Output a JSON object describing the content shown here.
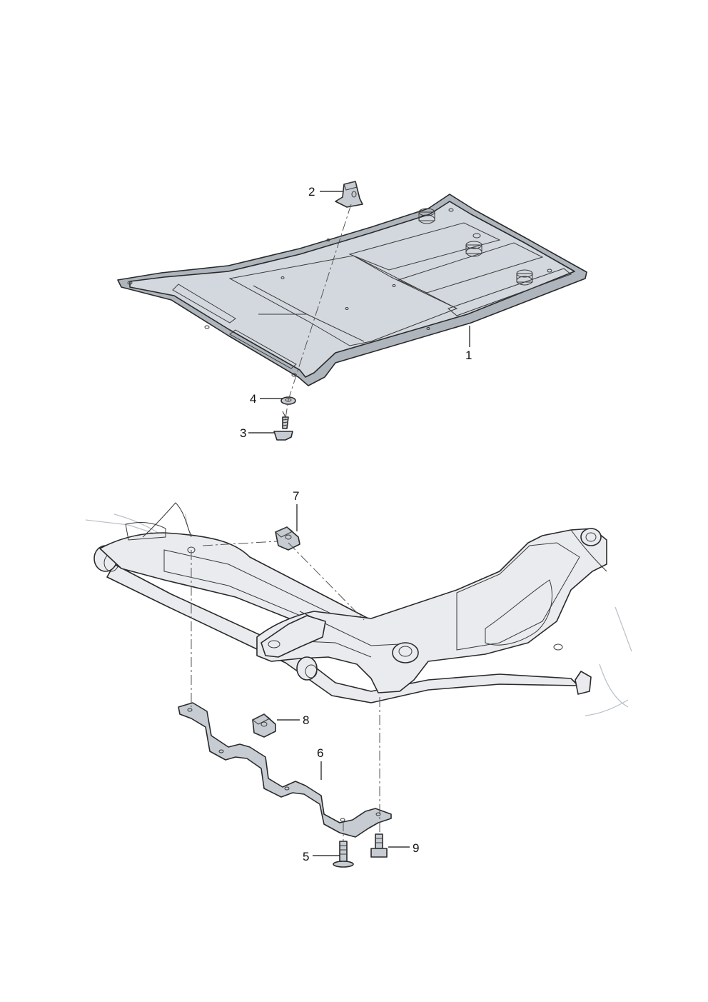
{
  "diagram": {
    "callouts": [
      {
        "id": "c1",
        "label": "1"
      },
      {
        "id": "c2",
        "label": "2"
      },
      {
        "id": "c3",
        "label": "3"
      },
      {
        "id": "c4",
        "label": "4"
      },
      {
        "id": "c5",
        "label": "5"
      },
      {
        "id": "c6",
        "label": "6"
      },
      {
        "id": "c7",
        "label": "7"
      },
      {
        "id": "c8",
        "label": "8"
      },
      {
        "id": "c9",
        "label": "9"
      }
    ]
  },
  "colors": {
    "shield_face": "#d3d8de",
    "shield_rim": "#aeb5bd",
    "shield_deep": "#9aa2aa",
    "subframe": "#e9ebee",
    "subframe_shade": "#d3d6da",
    "hardware": "#c6ccd2",
    "ink": "#111111"
  }
}
